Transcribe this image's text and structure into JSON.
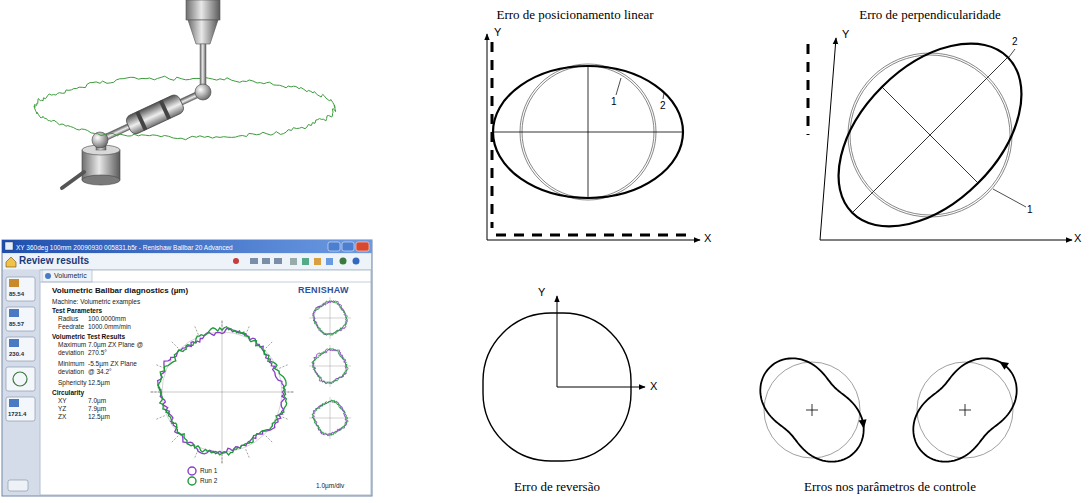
{
  "diagram": {
    "labels": [
      "Erro de posicionamento linear",
      "Erro de perpendicularidade",
      "Y",
      "2",
      "1",
      "X",
      "Y",
      "2",
      "1",
      "X",
      "Y",
      "X",
      "Erro de reversão",
      "Erros nos parâmetros de controle",
      "XY 360deg 100mm 20090930 005831.b5r - Renishaw Ballbar 20 Advanced",
      "Review results",
      "Volumetric",
      "Volumetric Ballbar diagnostics (µm)",
      "RENISHAW",
      "Machine: Volumetric examples",
      "Test Parameters",
      "Radius",
      "100.0000mm",
      "Feedrate",
      "1000.0mm/min",
      "Volumetric Test Results",
      "Maximum deviation",
      "7.0µm ZX Plane @ 270.5°",
      "Minimum deviation",
      "-5.5µm ZX Plane @ 34.2°",
      "Sphericity",
      "12.5µm",
      "Circularity",
      "XY",
      "7.0µm",
      "YZ",
      "7.9µm",
      "ZX",
      "12.5µm",
      "Run 1",
      "Run 2",
      "1.0µm/div",
      "85.54",
      "85.57",
      "230.4",
      "1721.4"
    ]
  }
}
